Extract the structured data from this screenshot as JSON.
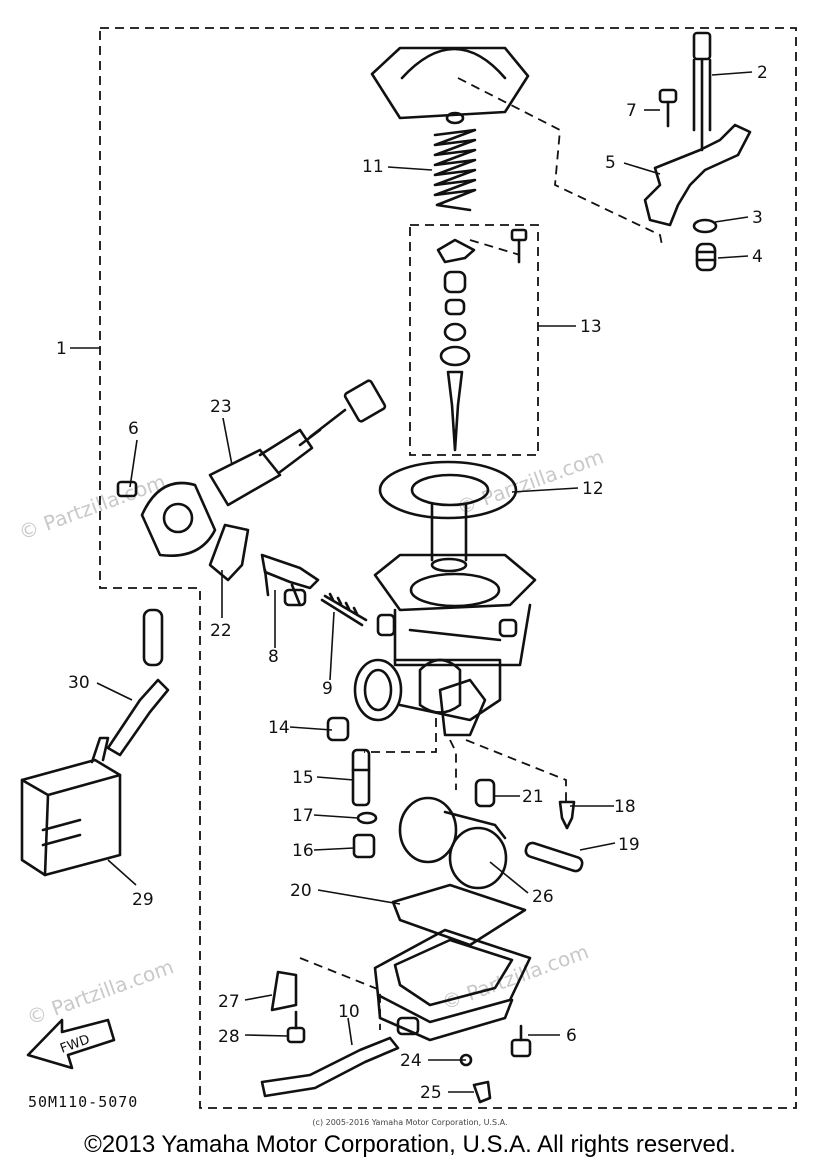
{
  "diagram": {
    "callouts": [
      "1",
      "2",
      "3",
      "4",
      "5",
      "6",
      "7",
      "8",
      "9",
      "10",
      "11",
      "12",
      "13",
      "14",
      "15",
      "16",
      "17",
      "18",
      "19",
      "20",
      "21",
      "22",
      "23",
      "24",
      "25",
      "26",
      "27",
      "28",
      "29",
      "30"
    ],
    "extra_callouts": {
      "second_6": "6"
    },
    "fwd_label": "FWD",
    "drawing_code": "50M110-5070"
  },
  "watermark": {
    "text": "© Partzilla.com",
    "short_text": "© Partzilla.com"
  },
  "footer": {
    "small_copyright": "(c) 2005-2016 Yamaha Motor Corporation, U.S.A.",
    "copyright": "©2013 Yamaha Motor Corporation, U.S.A. All rights reserved."
  }
}
